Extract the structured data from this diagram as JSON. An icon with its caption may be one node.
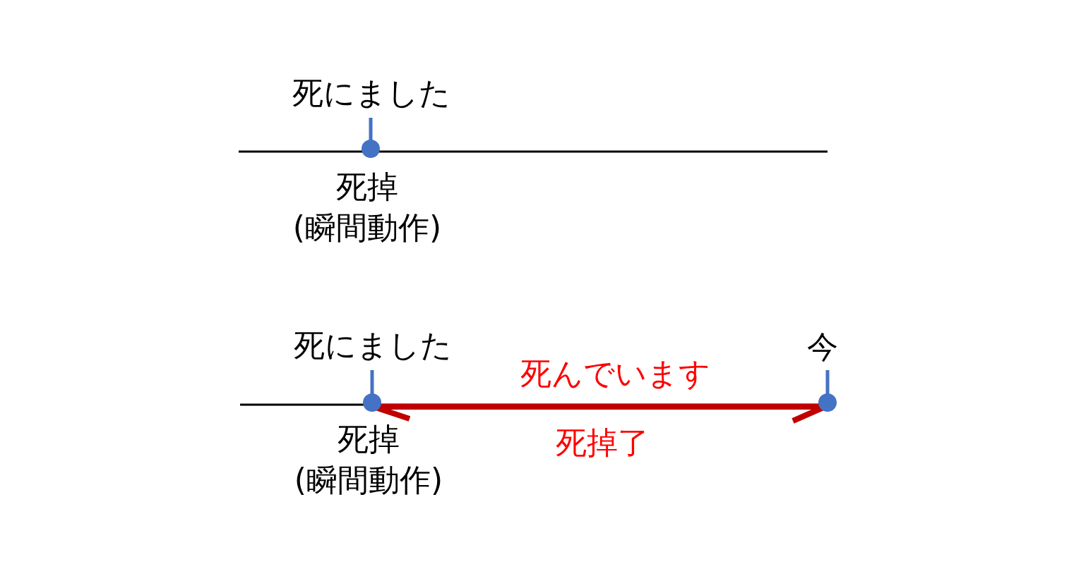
{
  "diagram": {
    "labels": [
      "死にました",
      "死掉",
      "(瞬間動作)",
      "死にました",
      "今",
      "死んでいます",
      "死掉",
      "死掉了",
      "(瞬間動作)"
    ]
  }
}
